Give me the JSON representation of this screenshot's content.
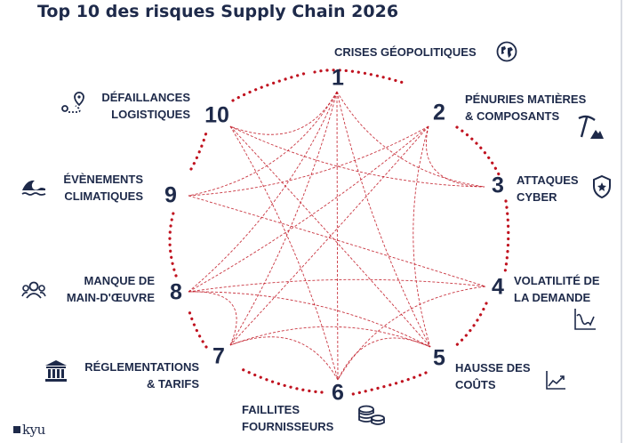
{
  "title": "Top 10 des risques Supply Chain 2026",
  "accent_color": "#c0121f",
  "text_color": "#1e2a4a",
  "risks": [
    {
      "number": "1",
      "lines": [
        "CRISES GÉOPOLITIQUES"
      ],
      "icon": "globe-icon"
    },
    {
      "number": "2",
      "lines": [
        "PÉNURIES MATIÈRES",
        "& COMPOSANTS"
      ],
      "icon": "pickaxe-icon"
    },
    {
      "number": "3",
      "lines": [
        "ATTAQUES",
        "CYBER"
      ],
      "icon": "shield-icon"
    },
    {
      "number": "4",
      "lines": [
        "VOLATILITÉ DE",
        "LA DEMANDE"
      ],
      "icon": "volatility-chart-icon"
    },
    {
      "number": "5",
      "lines": [
        "HAUSSE DES",
        "COÛTS"
      ],
      "icon": "trend-up-chart-icon"
    },
    {
      "number": "6",
      "lines": [
        "FAILLITES",
        "FOURNISSEURS"
      ],
      "icon": "coins-icon"
    },
    {
      "number": "7",
      "lines": [
        "RÉGLEMENTATIONS",
        "& TARIFS"
      ],
      "icon": "courthouse-icon"
    },
    {
      "number": "8",
      "lines": [
        "MANQUE DE",
        "MAIN-D'ŒUVRE"
      ],
      "icon": "people-icon"
    },
    {
      "number": "9",
      "lines": [
        "ÉVÈNEMENTS",
        "CLIMATIQUES"
      ],
      "icon": "wave-icon"
    },
    {
      "number": "10",
      "lines": [
        "DÉFAILLANCES",
        "LOGISTIQUES"
      ],
      "icon": "route-pin-icon"
    }
  ],
  "connections": [
    [
      1,
      3
    ],
    [
      1,
      10
    ],
    [
      1,
      9
    ],
    [
      1,
      7
    ],
    [
      1,
      8
    ],
    [
      1,
      5
    ],
    [
      1,
      6
    ],
    [
      2,
      3
    ],
    [
      2,
      7
    ],
    [
      2,
      9
    ],
    [
      2,
      8
    ],
    [
      2,
      5
    ],
    [
      10,
      3
    ],
    [
      10,
      6
    ],
    [
      10,
      5
    ],
    [
      9,
      4
    ],
    [
      8,
      5
    ],
    [
      8,
      4
    ],
    [
      7,
      5
    ],
    [
      4,
      6
    ],
    [
      5,
      6
    ],
    [
      6,
      7
    ],
    [
      7,
      8
    ]
  ],
  "logo": "kyu"
}
